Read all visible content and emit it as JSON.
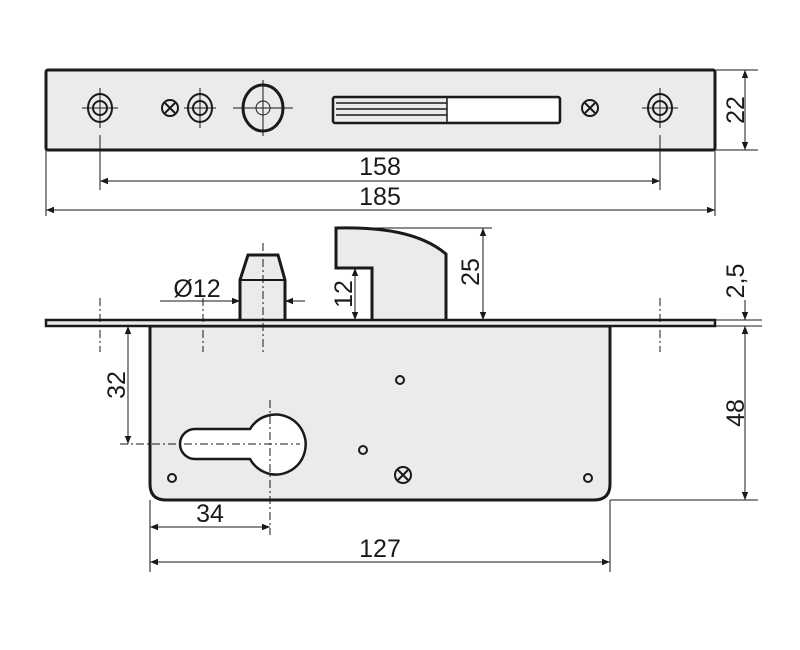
{
  "title": "Mortise lock dimensional drawing",
  "colors": {
    "part_fill": "#ebebeb",
    "line": "#1a1a1a"
  },
  "top_view": {
    "dimensions": {
      "height": "22",
      "hole_spacing": "158",
      "overall_length": "185"
    }
  },
  "side_view": {
    "dimensions": {
      "latch_diameter": "Ø12",
      "hook_notch": "12",
      "hook_projection": "25",
      "faceplate_thickness": "2,5",
      "body_depth": "48",
      "cylinder_height": "32",
      "backset": "34",
      "body_length": "127"
    }
  }
}
